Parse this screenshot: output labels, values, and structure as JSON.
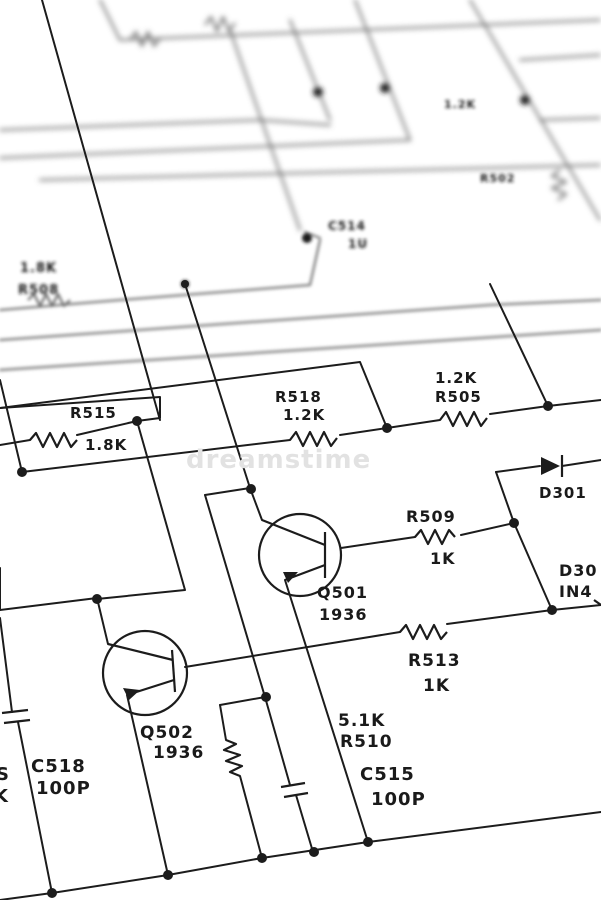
{
  "watermark": "dreamstime",
  "labels_top": {
    "r508_value": "1.8K",
    "r508_name": "R508",
    "c514_name": "C514",
    "c514_value": "1U",
    "r_far_value": "1.2K",
    "r_far_name": "R502"
  },
  "resistors": {
    "r515": {
      "name": "R515",
      "value": "1.8K"
    },
    "r518": {
      "name": "R518",
      "value": "1.2K"
    },
    "r505": {
      "name": "R505",
      "value": "1.2K"
    },
    "r509": {
      "name": "R509",
      "value": "1K"
    },
    "r513": {
      "name": "R513",
      "value": "1K"
    },
    "r510": {
      "name": "R510",
      "value": "5.1K"
    }
  },
  "transistors": {
    "q501": {
      "name": "Q501",
      "value": "1936"
    },
    "q502": {
      "name": "Q502",
      "value": "1936"
    }
  },
  "capacitors": {
    "c518": {
      "name": "C518",
      "value": "100P"
    },
    "c515": {
      "name": "C515",
      "value": "100P"
    }
  },
  "diodes": {
    "d301": {
      "name": "D301"
    },
    "d30x": {
      "name": "D30",
      "value": "IN4"
    }
  },
  "edge_fragments": {
    "left_s": "S",
    "left_k": "K"
  }
}
